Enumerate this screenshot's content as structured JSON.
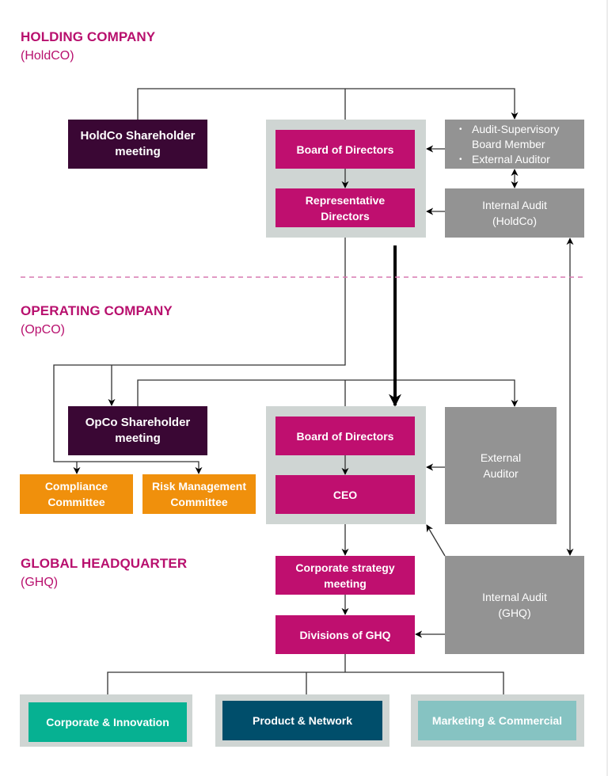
{
  "sections": {
    "holdco": {
      "title": "HOLDING COMPANY",
      "subtitle": "(HoldCO)"
    },
    "opco": {
      "title": "OPERATING COMPANY",
      "subtitle": "(OpCO)"
    },
    "ghq": {
      "title": "GLOBAL HEADQUARTER",
      "subtitle": "(GHQ)"
    }
  },
  "holdco": {
    "shareholder_meeting": "HoldCo Shareholder meeting",
    "board_of_directors": "Board of Directors",
    "representative_directors": "Representative Directors",
    "audit_list": [
      "Audit-Supervisory",
      "Board Member",
      "External Auditor"
    ],
    "internal_audit_line1": "Internal Audit",
    "internal_audit_line2": "(HoldCo)"
  },
  "opco": {
    "shareholder_meeting": "OpCo Shareholder meeting",
    "compliance_committee": "Compliance Committee",
    "risk_committee": "Risk Management Committee",
    "board_of_directors": "Board of Directors",
    "ceo": "CEO",
    "external_auditor_line1": "External",
    "external_auditor_line2": "Auditor"
  },
  "ghq": {
    "strategy_meeting": "Corporate strategy meeting",
    "divisions": "Divisions of GHQ",
    "internal_audit_line1": "Internal Audit",
    "internal_audit_line2": "(GHQ)",
    "units": [
      "Corporate & Innovation",
      "Product & Network",
      "Marketing & Commercial"
    ]
  },
  "colors": {
    "accent": "#bf0f6f",
    "shareholder": "#3a0734",
    "audit": "#939393",
    "committee": "#f0900c",
    "panel": "#cfd5d3",
    "unit_corporate": "#06b192",
    "unit_product": "#004e6b",
    "unit_marketing": "#86c3c2"
  }
}
